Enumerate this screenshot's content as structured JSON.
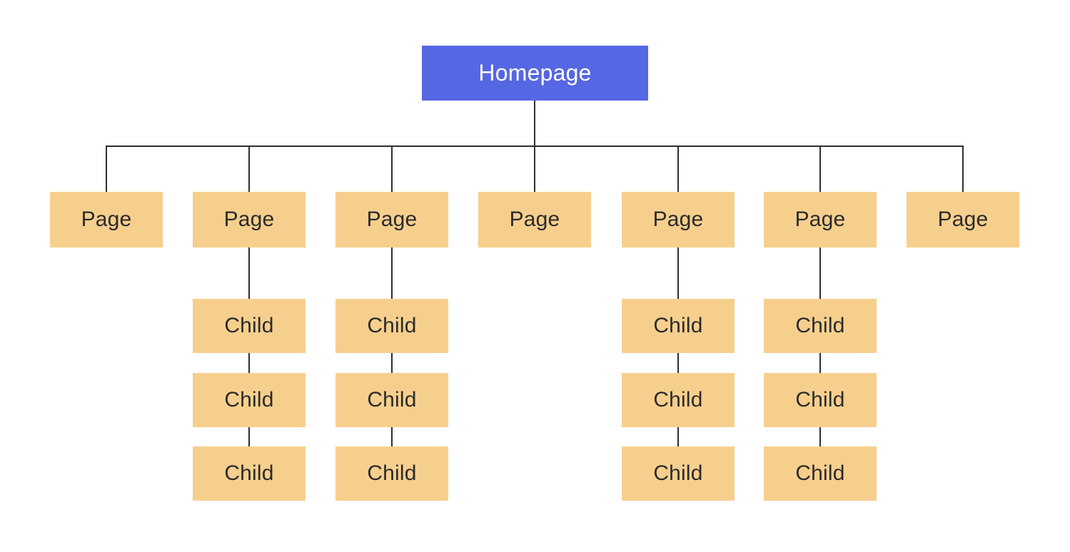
{
  "colors": {
    "root_fill": "#5667e3",
    "root_text": "#ffffff",
    "node_fill": "#f7cf8d",
    "node_text": "#2b2b2b",
    "connector": "#2f2f2f",
    "background": "#ffffff"
  },
  "tree": {
    "root": {
      "label": "Homepage"
    },
    "pages": [
      {
        "label": "Page",
        "children": []
      },
      {
        "label": "Page",
        "children": [
          {
            "label": "Child"
          },
          {
            "label": "Child"
          },
          {
            "label": "Child"
          }
        ]
      },
      {
        "label": "Page",
        "children": [
          {
            "label": "Child"
          },
          {
            "label": "Child"
          },
          {
            "label": "Child"
          }
        ]
      },
      {
        "label": "Page",
        "children": []
      },
      {
        "label": "Page",
        "children": [
          {
            "label": "Child"
          },
          {
            "label": "Child"
          },
          {
            "label": "Child"
          }
        ]
      },
      {
        "label": "Page",
        "children": [
          {
            "label": "Child"
          },
          {
            "label": "Child"
          },
          {
            "label": "Child"
          }
        ]
      },
      {
        "label": "Page",
        "children": []
      }
    ]
  }
}
